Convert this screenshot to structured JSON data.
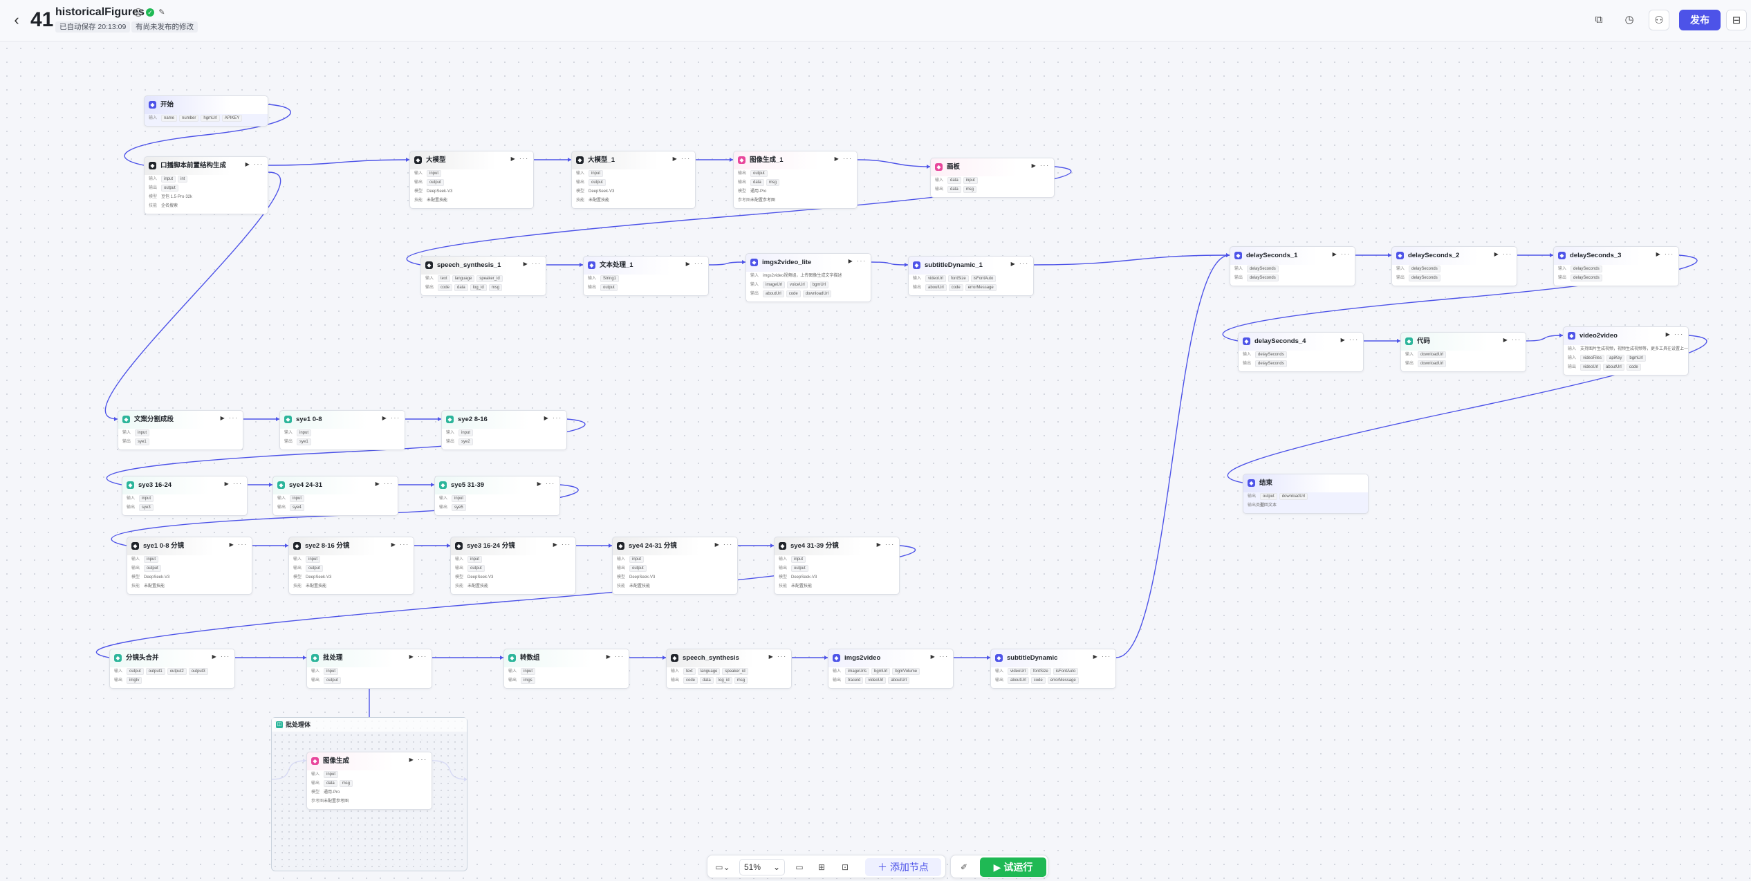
{
  "header": {
    "number": "41",
    "title": "historicalFigures",
    "saved": "已自动保存 20:13:09",
    "unpublished": "有尚未发布的修改",
    "publish": "发布"
  },
  "footer": {
    "zoom": "51%",
    "add_node": "添加节点",
    "run": "试运行"
  },
  "labels": {
    "in": "输入",
    "out": "输出",
    "model": "模型",
    "skill": "技能",
    "ref": "参考图",
    "outtype": "输出类型",
    "none": "未配置技能",
    "noref": "未配置参考图"
  },
  "colors": {
    "accent": "#4d53e8",
    "run": "#1fb954",
    "edge": "#4d53e8"
  },
  "group": {
    "title": "批处理体"
  },
  "nodes": [
    {
      "title": "开始",
      "rows": [
        [
          "输入",
          "name",
          "number",
          "hgmUrl",
          "APIKEY"
        ]
      ]
    },
    {
      "title": "口播脚本前置结构生成",
      "rows": [
        [
          "输入",
          "input",
          "int"
        ],
        [
          "输出",
          "output"
        ],
        [
          "模型",
          "豆包 1.5·Pro·32k"
        ],
        [
          "技能",
          "企名搜索"
        ]
      ]
    },
    {
      "title": "大模型",
      "rows": [
        [
          "输入",
          "input"
        ],
        [
          "输出",
          "output"
        ],
        [
          "模型",
          "DeepSeek-V3"
        ],
        [
          "技能",
          "未配置技能"
        ]
      ]
    },
    {
      "title": "大模型_1",
      "rows": [
        [
          "输入",
          "input"
        ],
        [
          "输出",
          "output"
        ],
        [
          "模型",
          "DeepSeek-V3"
        ],
        [
          "技能",
          "未配置技能"
        ]
      ]
    },
    {
      "title": "图像生成_1",
      "rows": [
        [
          "输出",
          "output"
        ],
        [
          "输出",
          "data",
          "msg"
        ],
        [
          "模型",
          "通用-Pro"
        ],
        [
          "参考图",
          "未配置参考图"
        ]
      ]
    },
    {
      "title": "画板",
      "rows": [
        [
          "输入",
          "data",
          "input"
        ],
        [
          "输出",
          "data",
          "msg"
        ]
      ]
    },
    {
      "title": "speech_synthesis_1",
      "rows": [
        [
          "输入",
          "text",
          "language",
          "speaker_id"
        ],
        [
          "输出",
          "code",
          "data",
          "log_id",
          "msg"
        ]
      ]
    },
    {
      "title": "文本处理_1",
      "rows": [
        [
          "输入",
          "String1"
        ],
        [
          "输出",
          "output"
        ]
      ]
    },
    {
      "title": "imgs2video_lite",
      "rows": [
        [
          "输入",
          "imgs2video视频组，上传图像生成文字描述"
        ],
        [
          "输入",
          "imageUrl",
          "voiceUrl",
          "bgmUrl"
        ],
        [
          "输出",
          "aboutUrl",
          "code",
          "downloadUrl"
        ]
      ]
    },
    {
      "title": "subtitleDynamic_1",
      "rows": [
        [
          "输入",
          "videoUrl",
          "fontSize",
          "isFontAuto"
        ],
        [
          "输出",
          "aboutUrl",
          "code",
          "errorMessage"
        ]
      ]
    },
    {
      "title": "delaySeconds_1",
      "rows": [
        [
          "输入",
          "delaySeconds"
        ],
        [
          "输出",
          "delaySeconds"
        ]
      ]
    },
    {
      "title": "delaySeconds_2",
      "rows": [
        [
          "输入",
          "delaySeconds"
        ],
        [
          "输出",
          "delaySeconds"
        ]
      ]
    },
    {
      "title": "delaySeconds_3",
      "rows": [
        [
          "输入",
          "delaySeconds"
        ],
        [
          "输出",
          "delaySeconds"
        ]
      ]
    },
    {
      "title": "delaySeconds_4",
      "rows": [
        [
          "输入",
          "delaySeconds"
        ],
        [
          "输出",
          "delaySeconds"
        ]
      ]
    },
    {
      "title": "代码",
      "rows": [
        [
          "输入",
          "downloadUrl"
        ],
        [
          "输出",
          "downloadUrl"
        ]
      ]
    },
    {
      "title": "video2video",
      "rows": [
        [
          "输入",
          "支持图片生成视频，视频生成视频等，更多工具在设置上一键"
        ],
        [
          "输入",
          "videoFiles",
          "apiKey",
          "bgmUrl"
        ],
        [
          "输出",
          "videoUrl",
          "aboutUrl",
          "code"
        ]
      ]
    },
    {
      "title": "文案分割成段",
      "rows": [
        [
          "输入",
          "input"
        ],
        [
          "输出",
          "sye1"
        ]
      ]
    },
    {
      "title": "sye1 0-8",
      "rows": [
        [
          "输入",
          "input"
        ],
        [
          "输出",
          "sye1"
        ]
      ]
    },
    {
      "title": "sye2 8-16",
      "rows": [
        [
          "输入",
          "input"
        ],
        [
          "输出",
          "sye2"
        ]
      ]
    },
    {
      "title": "sye3 16-24",
      "rows": [
        [
          "输入",
          "input"
        ],
        [
          "输出",
          "sye3"
        ]
      ]
    },
    {
      "title": "sye4 24-31",
      "rows": [
        [
          "输入",
          "input"
        ],
        [
          "输出",
          "sye4"
        ]
      ]
    },
    {
      "title": "sye5 31-39",
      "rows": [
        [
          "输入",
          "input"
        ],
        [
          "输出",
          "sye5"
        ]
      ]
    },
    {
      "title": "结束",
      "rows": [
        [
          "输出",
          "output",
          "downloadUrl"
        ],
        [
          "输出类型",
          "返回文本"
        ]
      ]
    },
    {
      "title": "sye1 0-8 分镜",
      "rows": [
        [
          "输入",
          "input"
        ],
        [
          "输出",
          "output"
        ],
        [
          "模型",
          "DeepSeek-V3"
        ],
        [
          "技能",
          "未配置技能"
        ]
      ]
    },
    {
      "title": "sye2 8-16 分镜",
      "rows": [
        [
          "输入",
          "input"
        ],
        [
          "输出",
          "output"
        ],
        [
          "模型",
          "DeepSeek-V3"
        ],
        [
          "技能",
          "未配置技能"
        ]
      ]
    },
    {
      "title": "sye3 16-24 分镜",
      "rows": [
        [
          "输入",
          "input"
        ],
        [
          "输出",
          "output"
        ],
        [
          "模型",
          "DeepSeek-V3"
        ],
        [
          "技能",
          "未配置技能"
        ]
      ]
    },
    {
      "title": "sye4 24-31 分镜",
      "rows": [
        [
          "输入",
          "input"
        ],
        [
          "输出",
          "output"
        ],
        [
          "模型",
          "DeepSeek-V3"
        ],
        [
          "技能",
          "未配置技能"
        ]
      ]
    },
    {
      "title": "sye4 31-39 分镜",
      "rows": [
        [
          "输入",
          "input"
        ],
        [
          "输出",
          "output"
        ],
        [
          "模型",
          "DeepSeek-V3"
        ],
        [
          "技能",
          "未配置技能"
        ]
      ]
    },
    {
      "title": "分镜头合并",
      "rows": [
        [
          "输入",
          "output",
          "output1",
          "output2",
          "output3"
        ],
        [
          "输出",
          "imgtv"
        ]
      ]
    },
    {
      "title": "批处理",
      "rows": [
        [
          "输入",
          "input"
        ],
        [
          "输出",
          "output"
        ]
      ]
    },
    {
      "title": "转数组",
      "rows": [
        [
          "输入",
          "input"
        ],
        [
          "输出",
          "imgs"
        ]
      ]
    },
    {
      "title": "speech_synthesis",
      "rows": [
        [
          "输入",
          "text",
          "language",
          "speaker_id"
        ],
        [
          "输出",
          "code",
          "data",
          "log_id",
          "msg"
        ]
      ]
    },
    {
      "title": "imgs2video",
      "rows": [
        [
          "输入",
          "imageUrls",
          "bgmUrl",
          "bgmVolume"
        ],
        [
          "输出",
          "traceId",
          "videoUrl",
          "aboutUrl"
        ]
      ]
    },
    {
      "title": "subtitleDynamic",
      "rows": [
        [
          "输入",
          "videoUrl",
          "fontSize",
          "isFontAuto"
        ],
        [
          "输出",
          "aboutUrl",
          "code",
          "errorMessage"
        ]
      ]
    },
    {
      "title": "图像生成",
      "rows": [
        [
          "输入",
          "input"
        ],
        [
          "输出",
          "data",
          "msg"
        ],
        [
          "模型",
          "通用-Pro"
        ],
        [
          "参考图",
          "未配置参考图"
        ]
      ]
    }
  ]
}
